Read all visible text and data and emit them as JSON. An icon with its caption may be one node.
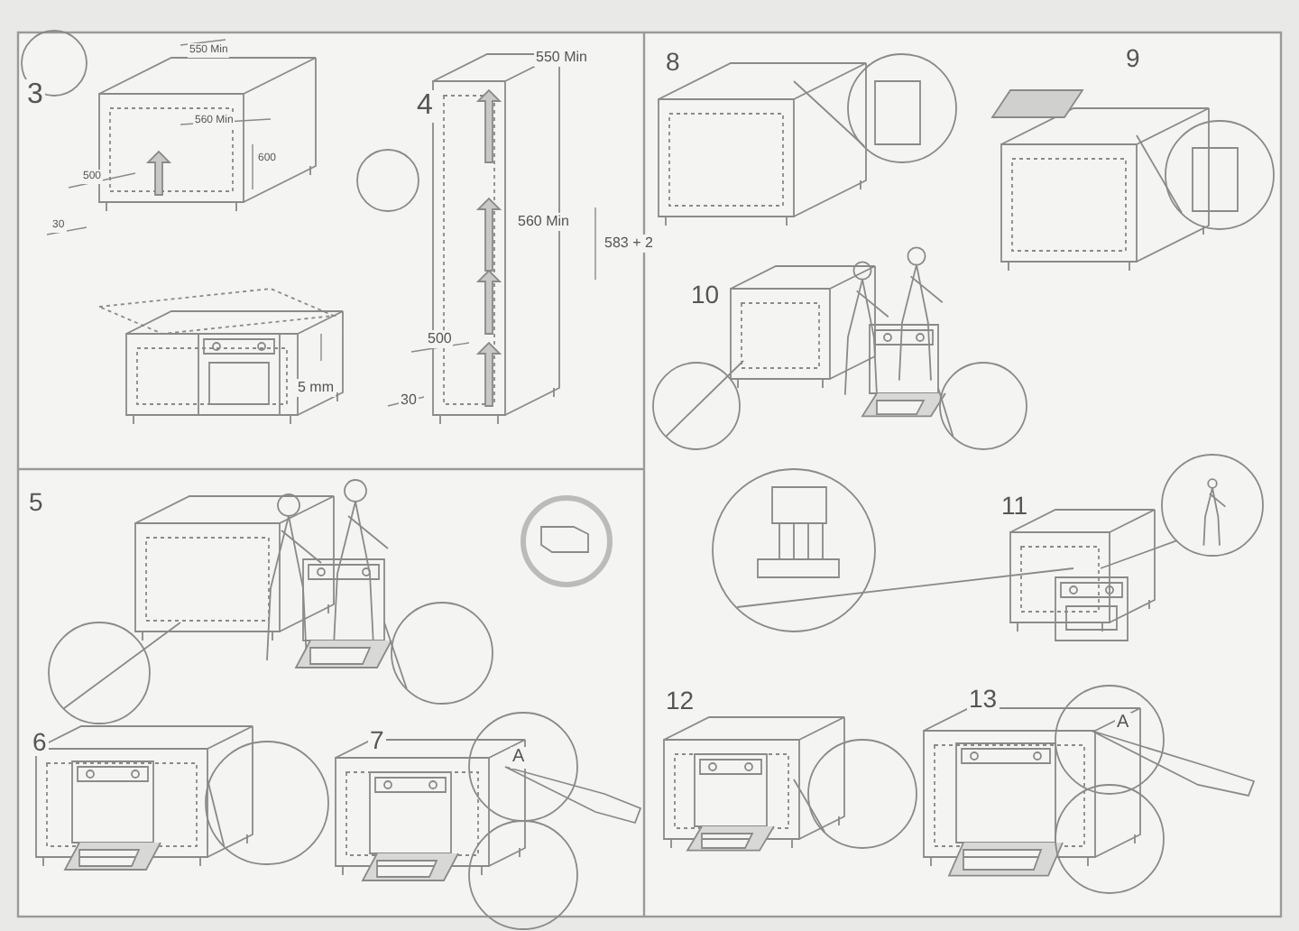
{
  "diagram": {
    "labels": [
      "3",
      "550 Min",
      "560 Min",
      "600",
      "500",
      "30",
      "5 mm",
      "4",
      "550 Min",
      "560 Min",
      "583 + 2",
      "500",
      "30",
      "8",
      "9",
      "10",
      "5",
      "6",
      "7",
      "A",
      "11",
      "12",
      "13",
      "A"
    ]
  }
}
